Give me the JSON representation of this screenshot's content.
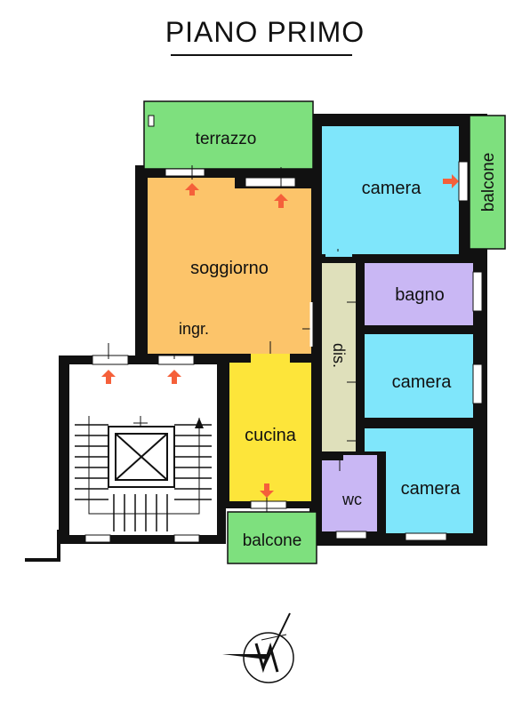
{
  "title": "PIANO PRIMO",
  "rooms": {
    "terrazzo": "terrazzo",
    "soggiorno": "soggiorno",
    "ingresso": "ingr.",
    "camera_top": "camera",
    "balcone_right": "balcone",
    "bagno": "bagno",
    "disimpegno": "dis.",
    "camera_mid": "camera",
    "cucina": "cucina",
    "wc": "wc",
    "camera_bottom": "camera",
    "balcone_bottom": "balcone"
  },
  "colors": {
    "walls": "#111111",
    "balcony_green": "#7ee07e",
    "living_orange": "#fcc46a",
    "kitchen_yellow": "#fde53a",
    "bedroom_blue": "#7fe6fb",
    "bath_lilac": "#c9b7f4",
    "hall_beige": "#dfe0bb",
    "arrow_red": "#f5603a"
  },
  "icons": [
    "arrow-up-icon",
    "arrow-down-icon",
    "arrow-right-icon",
    "north-compass-icon",
    "elevator-icon"
  ]
}
